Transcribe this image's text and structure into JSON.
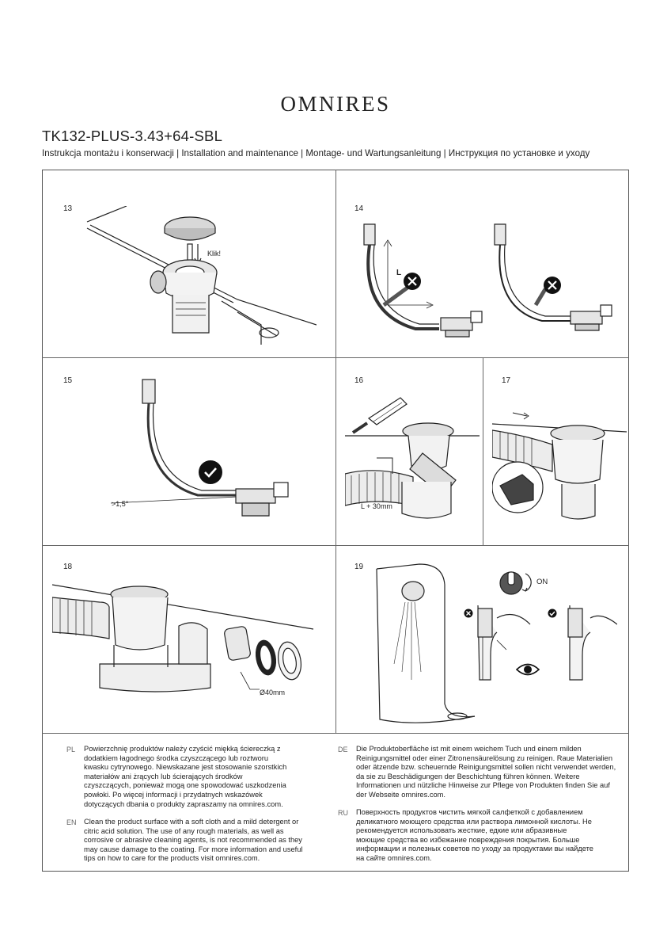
{
  "header": {
    "logo": "OMNIRES",
    "model": "TK132-PLUS-3.43+64-SBL",
    "subtitle": "Instrukcja montażu i konserwacji | Installation and maintenance | Montage- und Wartungsanleitung | Инструкция по установке и уходу"
  },
  "steps": [
    {
      "number": "13",
      "labels": [
        "Klik!"
      ]
    },
    {
      "number": "14",
      "labels": [
        "L"
      ]
    },
    {
      "number": "15",
      "labels": [
        ">1,5°"
      ]
    },
    {
      "number": "16",
      "labels": [
        "L + 30mm"
      ]
    },
    {
      "number": "17",
      "labels": []
    },
    {
      "number": "18",
      "labels": [
        "Ø40mm"
      ]
    },
    {
      "number": "19",
      "labels": [
        "ON"
      ]
    }
  ],
  "icons": {
    "wrong": "cross-circle-icon",
    "correct": "check-circle-icon",
    "tap": "rotate-knob-icon",
    "eye": "eye-icon"
  },
  "maintenance": [
    {
      "lang": "PL",
      "text": "Powierzchnię produktów należy czyścić miękką ściereczką z dodatkiem łagodnego środka czyszczącego lub roztworu kwasku cytrynowego. Niewskazane jest stosowanie szorstkich materiałów ani żrących lub ścierających środków czyszczących, ponieważ mogą one spowodować uszkodzenia powłoki. Po więcej informacji i przydatnych wskazówek dotyczących dbania o produkty zapraszamy na omnires.com."
    },
    {
      "lang": "EN",
      "text": "Clean the product surface with a soft cloth and a mild detergent or citric acid solution. The use of any rough materials, as well as corrosive or abrasive cleaning agents, is not recommended as they may cause damage to the coating. For more information and useful tips on how to care for the products visit omnires.com."
    },
    {
      "lang": "DE",
      "text": "Die Produktoberfläche ist mit einem weichem Tuch und einem milden Reinigungsmittel oder einer Zitronensäurelösung zu reinigen. Raue Materialien oder ätzende bzw. scheuernde Reinigungsmittel sollen nicht verwendet werden, da sie zu Beschädigungen der Beschichtung führen können. Weitere Informationen und nützliche Hinweise zur Pflege von Produkten finden Sie auf der Webseite omnires.com."
    },
    {
      "lang": "RU",
      "text": "Поверхность продуктов чистить мягкой салфеткой с добавлением деликатного моющего средства или раствора лимонной кислоты. Не рекомендуется использовать жесткие, едкие или абразивные моющие средства во избежание повреждения покрытия. Больше информации и полезных советов по уходу за продуктами вы найдете на сайте omnires.com."
    }
  ]
}
